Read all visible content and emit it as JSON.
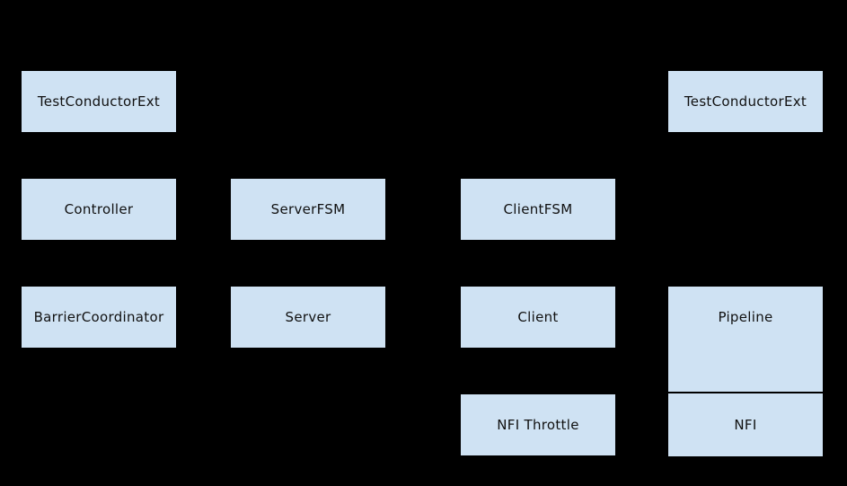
{
  "diagram": {
    "description": "Structure diagram of TestConductor components on a dark background",
    "nodes": [
      {
        "id": "testconductorext-left",
        "label": "TestConductorExt"
      },
      {
        "id": "controller",
        "label": "Controller"
      },
      {
        "id": "barriercoordinator",
        "label": "BarrierCoordinator"
      },
      {
        "id": "serverfsm",
        "label": "ServerFSM"
      },
      {
        "id": "server",
        "label": "Server"
      },
      {
        "id": "clientfsm",
        "label": "ClientFSM"
      },
      {
        "id": "client",
        "label": "Client"
      },
      {
        "id": "nfi-throttle",
        "label": "NFI Throttle"
      },
      {
        "id": "testconductorext-right",
        "label": "TestConductorExt"
      },
      {
        "id": "pipeline",
        "label": "Pipeline"
      },
      {
        "id": "nfi",
        "label": "NFI"
      }
    ]
  },
  "colors": {
    "background": "#000000",
    "node_fill": "#cfe2f3",
    "node_border": "#000000",
    "node_text": "#111111"
  }
}
